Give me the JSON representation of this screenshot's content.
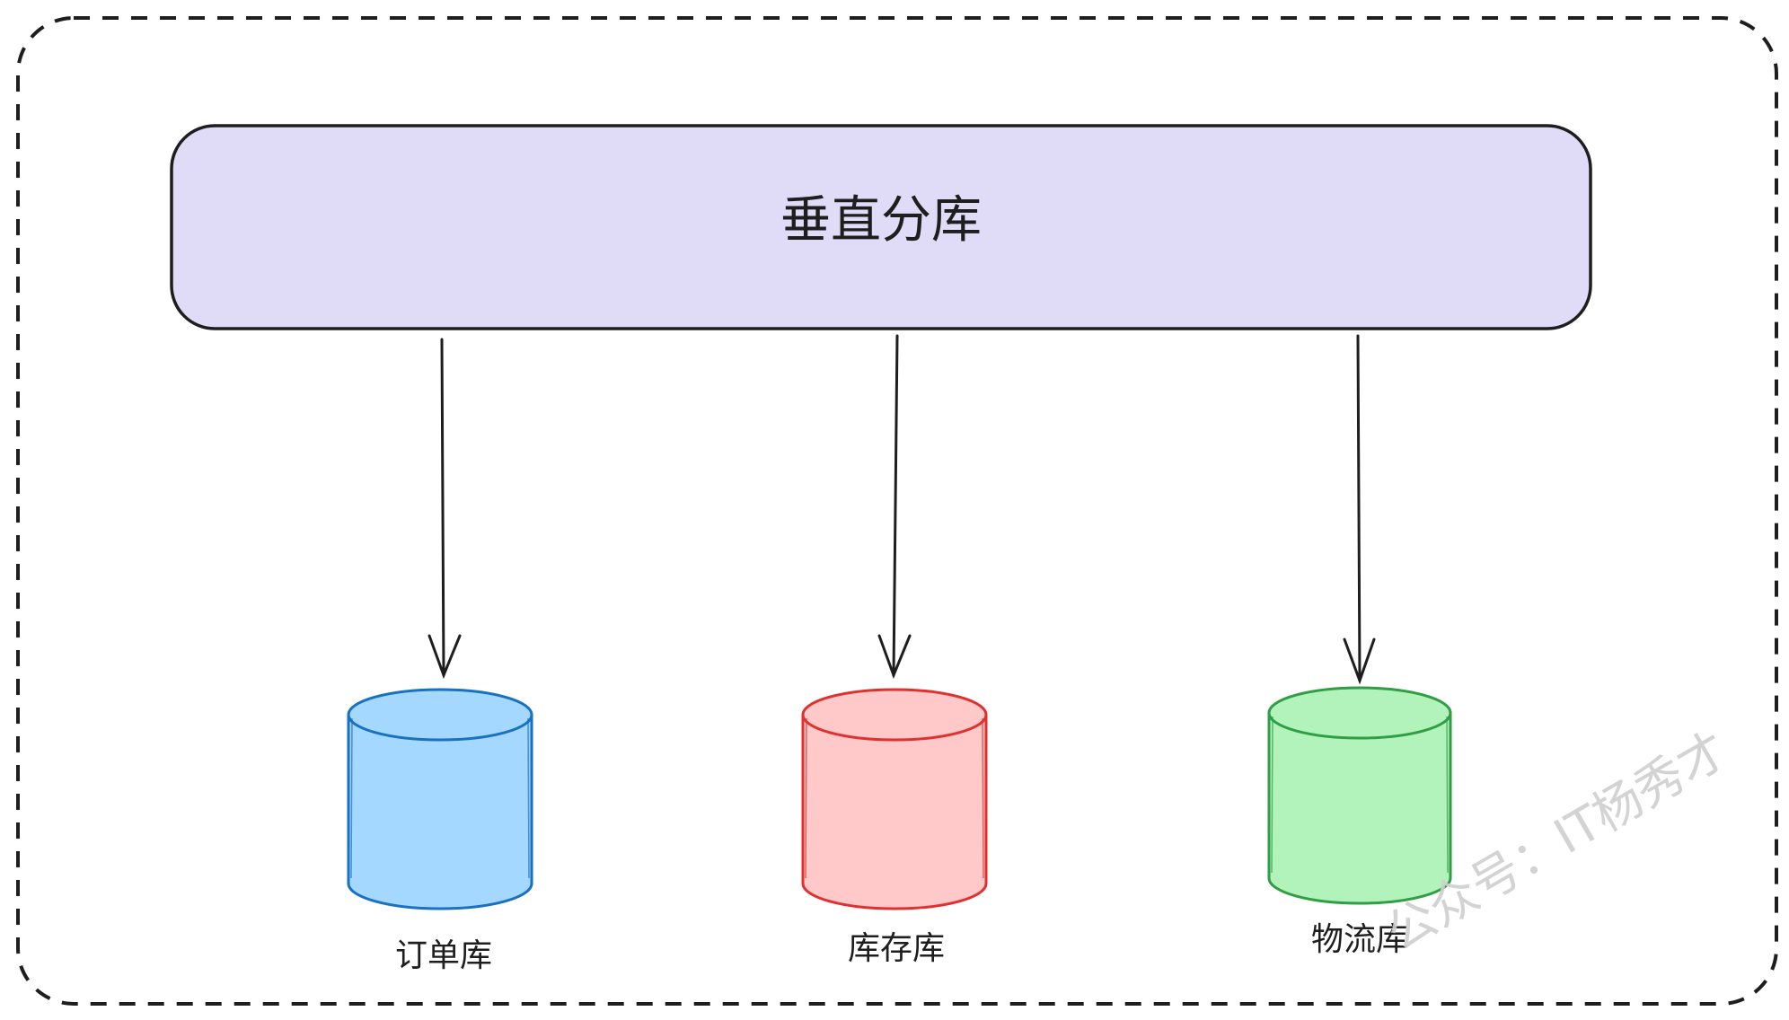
{
  "diagram": {
    "title": "垂直分库",
    "databases": [
      {
        "label": "订单库",
        "fill": "#a5d8ff",
        "stroke": "#1971c2"
      },
      {
        "label": "库存库",
        "fill": "#ffc9c9",
        "stroke": "#e03131"
      },
      {
        "label": "物流库",
        "fill": "#b2f2bb",
        "stroke": "#2f9e44"
      }
    ],
    "header_fill": "#e0dbf6",
    "line_color": "#1e1e1e"
  },
  "watermark": "公众号：IT杨秀才"
}
